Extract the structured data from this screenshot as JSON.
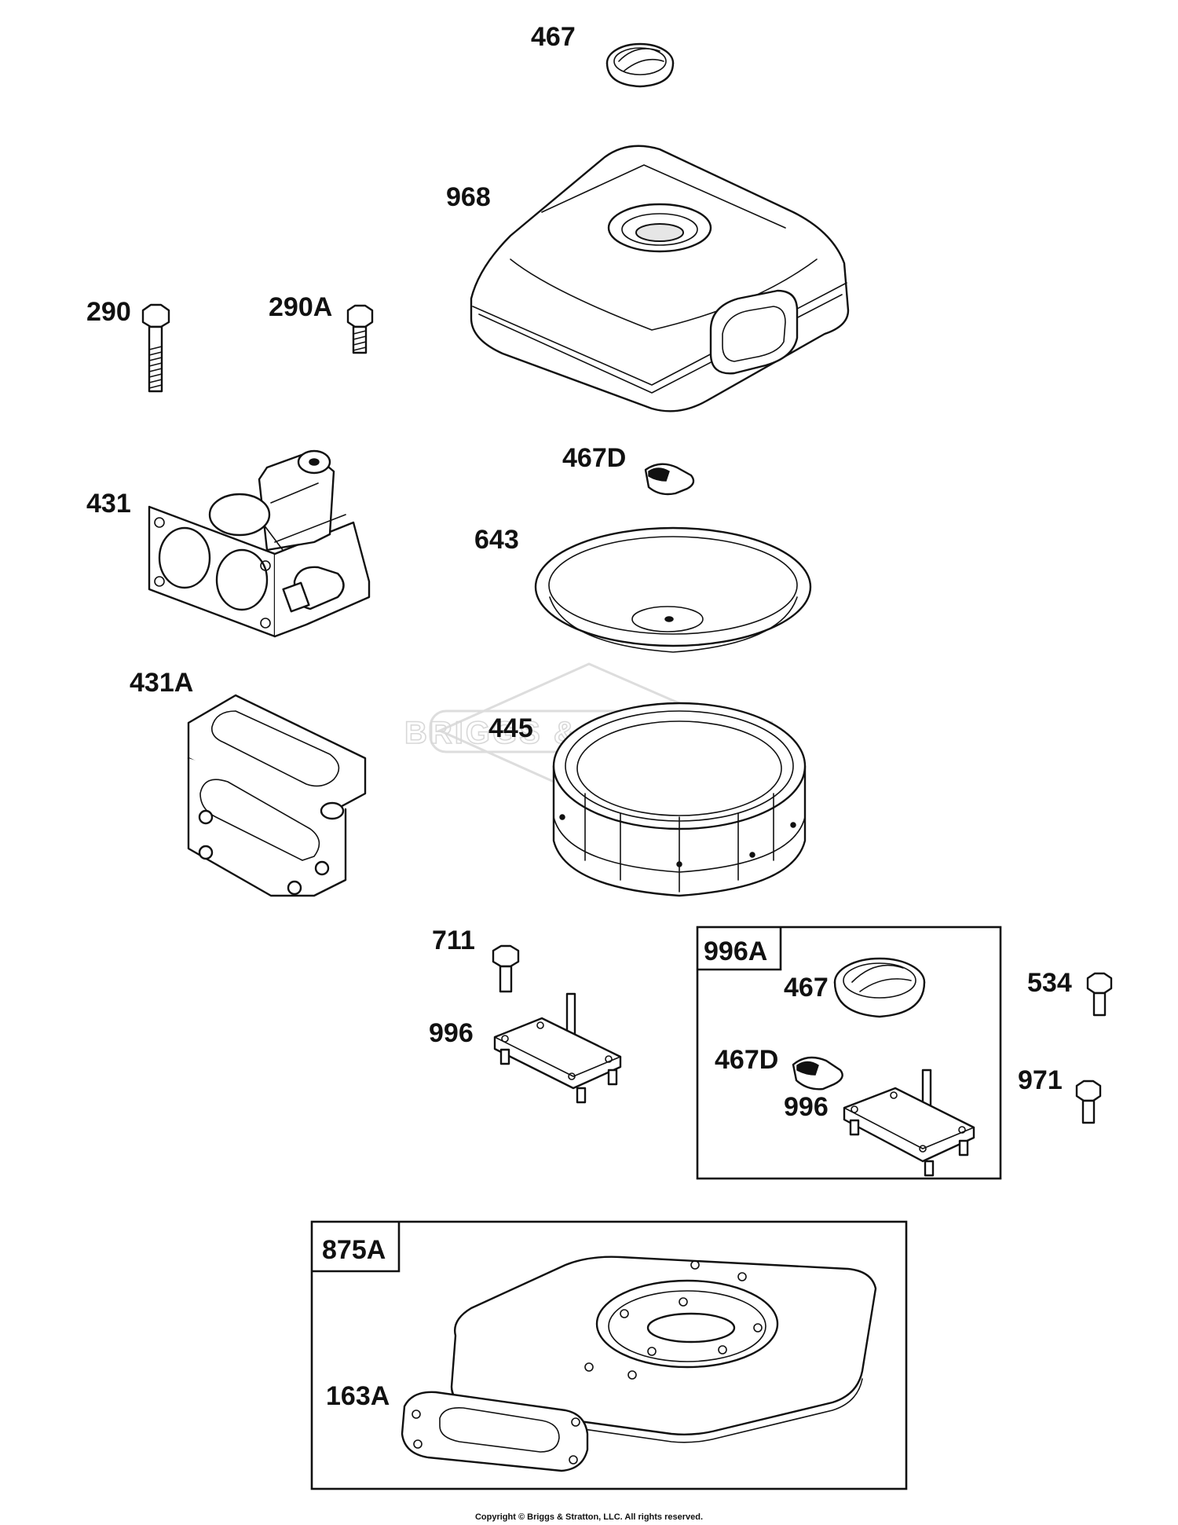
{
  "callouts": {
    "c467_top": "467",
    "c968": "968",
    "c290": "290",
    "c290A": "290A",
    "c467D_top": "467D",
    "c431": "431",
    "c643": "643",
    "c431A": "431A",
    "c445": "445",
    "c711": "711",
    "c996": "996",
    "c534": "534",
    "c971": "971"
  },
  "kit_996A": {
    "label": "996A",
    "items": [
      "467",
      "467D",
      "996"
    ]
  },
  "kit_875A": {
    "label": "875A",
    "items": [
      "163A"
    ]
  },
  "watermark": "BRIGGS & STRATTON",
  "copyright": "Copyright © Briggs & Stratton, LLC. All rights reserved."
}
